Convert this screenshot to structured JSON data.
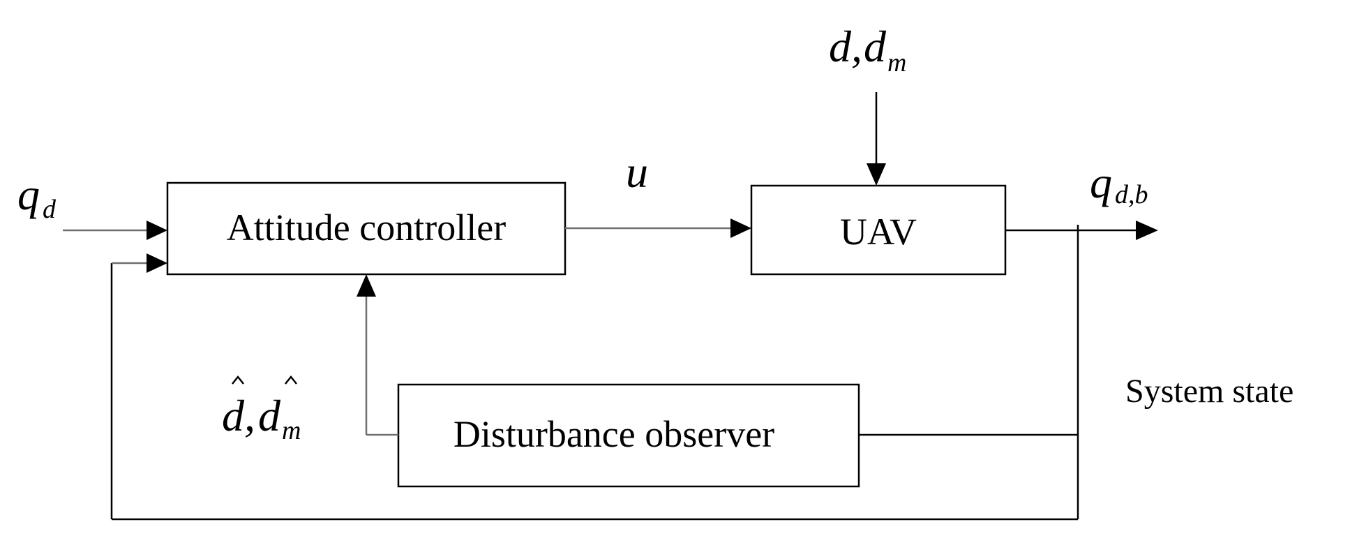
{
  "blocks": {
    "attitude_controller": "Attitude controller",
    "uav": "UAV",
    "disturbance_observer": "Disturbance observer"
  },
  "signals": {
    "reference": {
      "symbol": "q",
      "subscript": "d"
    },
    "control": {
      "symbol": "u"
    },
    "disturbance": {
      "symbol_a": "d",
      "separator": ",",
      "symbol_b": "d",
      "subscript_b": "m"
    },
    "output": {
      "symbol": "q",
      "subscript": "d,b"
    },
    "estimate": {
      "symbol_a": "d",
      "separator": ",",
      "symbol_b": "d",
      "subscript_b": "m"
    },
    "system_state": "System state"
  }
}
